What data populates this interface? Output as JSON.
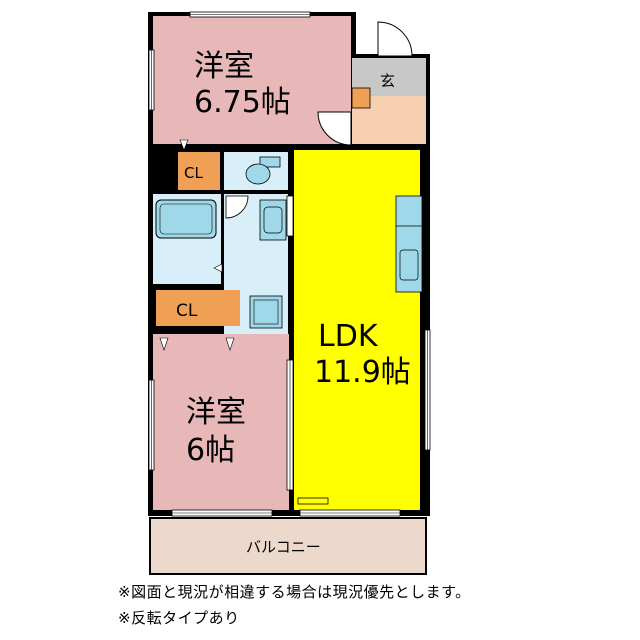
{
  "rooms": {
    "western_room_1": {
      "name": "洋室",
      "size": "6.75帖"
    },
    "entrance": {
      "name": "玄"
    },
    "closet_1": {
      "name": "CL"
    },
    "closet_2": {
      "name": "CL"
    },
    "ldk": {
      "name": "LDK",
      "size": "11.9帖"
    },
    "western_room_2": {
      "name": "洋室",
      "size": "6帖"
    },
    "balcony": {
      "name": "バルコニー"
    }
  },
  "notes": [
    "※図面と現況が相違する場合は現況優先とします。",
    "※反転タイプあり"
  ],
  "colors": {
    "western_room": "#e8b8b8",
    "ldk": "#ffff00",
    "closet": "#f0a055",
    "entrance_floor": "#f5cfb0",
    "entrance_tile": "#c8c8c8",
    "wet_area": "#d8eef9",
    "fixture": "#9fd8e8",
    "balcony": "#ecd9cc",
    "wall": "#000000"
  }
}
